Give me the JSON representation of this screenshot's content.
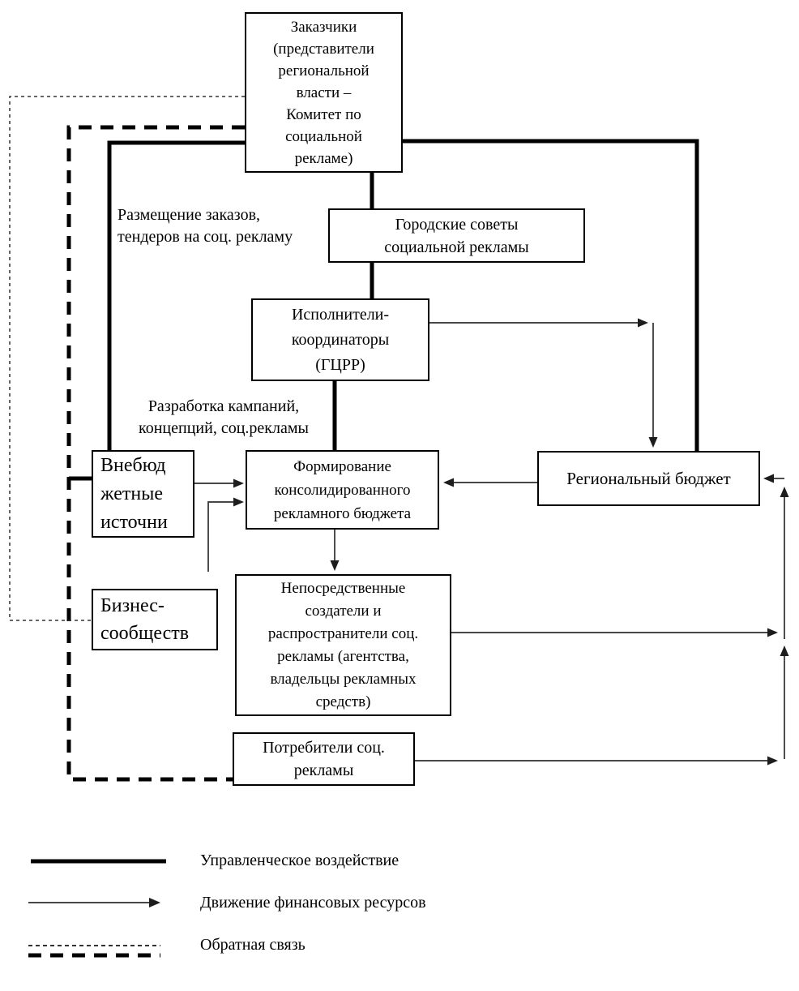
{
  "nodes": {
    "customers": {
      "label": "Заказчики\n(представители\nрегиональной\nвласти –\nКомитет по\nсоциальной\nрекламе)"
    },
    "city_councils": {
      "label": "Городские советы\nсоциальной рекламы"
    },
    "executors": {
      "label": "Исполнители-\nкоординаторы\n(ГЦРР)"
    },
    "extrabudgetary_sources": {
      "label": "Внебюд\nжетные\nисточни"
    },
    "budget_formation": {
      "label": "Формирование\nконсолидированного\nрекламного бюджета"
    },
    "regional_budget": {
      "label": "Региональный бюджет"
    },
    "business_community": {
      "label": "Бизнес-\nсообществ"
    },
    "creators_distributors": {
      "label": "Непосредственные\nсоздатели и\nраспространители соц.\nрекламы (агентства,\nвладельцы рекламных\nсредств)"
    },
    "consumers": {
      "label": "Потребители соц.\nрекламы"
    }
  },
  "edge_labels": {
    "orders": "Размещение заказов,\nтендеров на соц. рекламу",
    "development": "Разработка кампаний,\nконцепций, соц.рекламы"
  },
  "legend": {
    "management": "Управленческое воздействие",
    "finance": "Движение финансовых ресурсов",
    "feedback": "Обратная связь"
  },
  "colors": {
    "line_black": "#000000",
    "thin_line": "#2e2e2e",
    "background": "#ffffff"
  }
}
